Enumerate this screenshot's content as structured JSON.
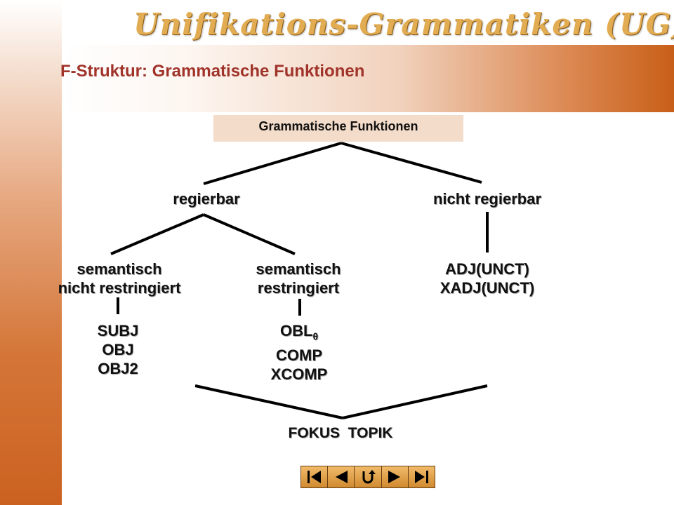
{
  "app_title": "Unifikations-Grammatiken (UG)",
  "slide_title": "F-Struktur: Grammatische Funktionen",
  "tree": {
    "root": "Grammatische Funktionen",
    "regierbar": "regierbar",
    "nicht_regierbar": "nicht regierbar",
    "sem_nicht_restr": [
      "semantisch",
      "nicht restringiert"
    ],
    "sem_restr": [
      "semantisch",
      "restringiert"
    ],
    "adj": [
      "ADJ(UNCT)",
      "XADJ(UNCT)"
    ],
    "subj_group": [
      "SUBJ",
      "OBJ",
      "OBJ2"
    ],
    "obl_group": {
      "obl": "OBL",
      "theta": "θ",
      "comp": "COMP",
      "xcomp": "XCOMP"
    },
    "bottom": "FOKUS  TOPIK"
  },
  "nav": {
    "buttons": [
      "first-icon",
      "previous-icon",
      "return-icon",
      "next-icon",
      "last-icon"
    ]
  },
  "colors": {
    "title_red": "#a0332a",
    "accent_orange": "#cb6120",
    "root_box": "#f3dcc9",
    "nav_orange": "#e0a04a"
  }
}
